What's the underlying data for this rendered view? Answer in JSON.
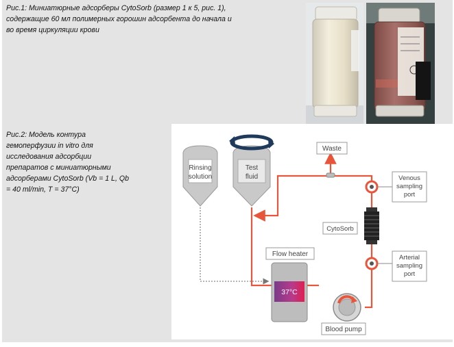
{
  "figure1": {
    "caption": "Рис.1: Миниатюрные адсорберы CytoSorb (размер 1 к 5, рис. 1),\nсодержащие 60 мл полимерных горошин адсорбента до начала и\nво время циркуляции крови"
  },
  "figure2": {
    "caption": "Рис.2: Модель контура\nгемоперфузии in vitro для\nисследования адсорбции\nпрепаратов с миниатюрными\nадсорберами CytoSorb (Vb = 1 L, Qb\n= 40 ml/min, T = 37°C)",
    "diagram": {
      "rinsing_line1": "Rinsing",
      "rinsing_line2": "solution",
      "test_line1": "Test",
      "test_line2": "fluid",
      "waste": "Waste",
      "venous_line1": "Venous",
      "venous_line2": "sampling",
      "venous_line3": "port",
      "cytosorb": "CytoSorb",
      "arterial_line1": "Arterial",
      "arterial_line2": "sampling",
      "arterial_line3": "port",
      "flow_heater": "Flow heater",
      "temperature": "37°C",
      "blood_pump": "Blood pump"
    }
  },
  "colors": {
    "tubing": "#e8553b",
    "dashed_line": "#888888",
    "rotation_arrow": "#1f3a5a",
    "container": "#c9c9c9"
  }
}
